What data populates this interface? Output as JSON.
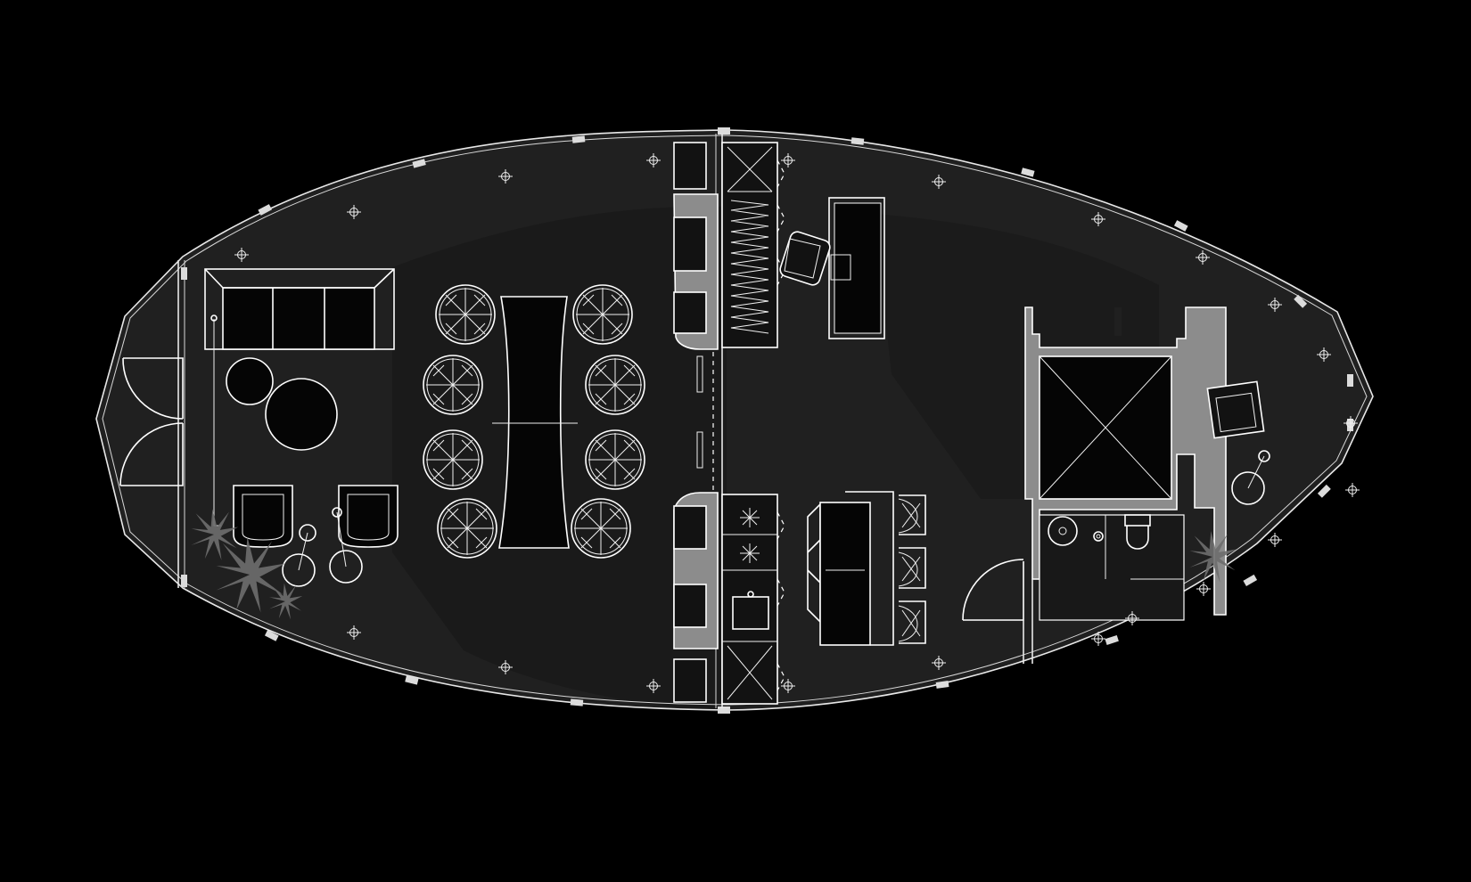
{
  "plan": {
    "view": "floor-plan",
    "colors": {
      "background": "#000000",
      "floor": "#202020",
      "floor_shadow": "#141414",
      "lines": "#ffffff",
      "solid_walls": "#8c8c8c",
      "plants": "#6a6a6a"
    },
    "furniture": [
      "sofa",
      "side-tables",
      "armchairs",
      "dining-table",
      "dining-chairs",
      "desk",
      "office-chair",
      "kitchen-island",
      "bar-stools",
      "elevator",
      "toilet",
      "sink",
      "armchair"
    ]
  }
}
